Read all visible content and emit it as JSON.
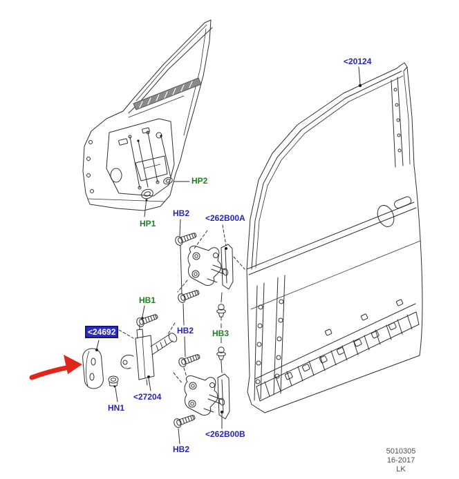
{
  "diagram": {
    "description": "front door parts exploded diagram",
    "labels": {
      "p20124": {
        "text": "<20124",
        "kind": "part"
      },
      "hp2": {
        "text": "HP2",
        "kind": "hardware-green"
      },
      "hp1": {
        "text": "HP1",
        "kind": "hardware-green"
      },
      "hb2_top": {
        "text": "HB2",
        "kind": "hardware-blue"
      },
      "p262b00a": {
        "text": "<262B00A",
        "kind": "part"
      },
      "hb1": {
        "text": "HB1",
        "kind": "hardware-green"
      },
      "hb2_mid": {
        "text": "HB2",
        "kind": "hardware-blue"
      },
      "hb3": {
        "text": "HB3",
        "kind": "hardware-green"
      },
      "p24692": {
        "text": "<24692",
        "kind": "part-selected"
      },
      "p27204": {
        "text": "<27204",
        "kind": "part"
      },
      "hn1": {
        "text": "HN1",
        "kind": "hardware-blue"
      },
      "p262b00b": {
        "text": "<262B00B",
        "kind": "part"
      },
      "hb2_bot": {
        "text": "HB2",
        "kind": "hardware-blue"
      }
    },
    "colors": {
      "part_label_blue": "#2424bc",
      "hardware_label_green": "#1e7e1e",
      "selected_box_background": "#2d2dbe",
      "selected_box_text": "#ffffff",
      "annotation_arrow_red": "#e0251b",
      "line_art": "#2e2e2e",
      "footer_text": "#4c4c4c"
    },
    "footer": {
      "sheet_number": "5010305",
      "date_code": "16-2017",
      "region_code": "LK"
    }
  }
}
